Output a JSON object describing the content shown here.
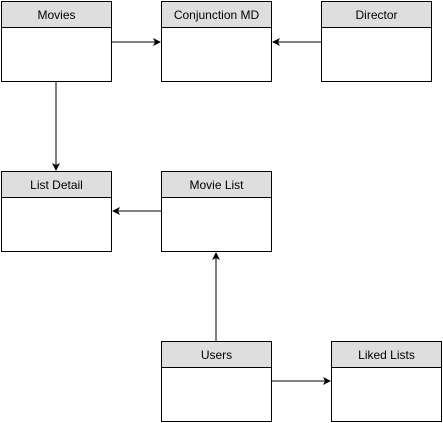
{
  "entities": {
    "movies": {
      "label": "Movies"
    },
    "conjunction_md": {
      "label": "Conjunction MD"
    },
    "director": {
      "label": "Director"
    },
    "list_detail": {
      "label": "List Detail"
    },
    "movie_list": {
      "label": "Movie List"
    },
    "users": {
      "label": "Users"
    },
    "liked_lists": {
      "label": "Liked Lists"
    }
  },
  "connections": [
    {
      "from": "movies",
      "to": "conjunction_md"
    },
    {
      "from": "director",
      "to": "conjunction_md"
    },
    {
      "from": "movies",
      "to": "list_detail"
    },
    {
      "from": "movie_list",
      "to": "list_detail"
    },
    {
      "from": "users",
      "to": "movie_list"
    },
    {
      "from": "users",
      "to": "liked_lists"
    }
  ],
  "colors": {
    "header_fill": "#dedede",
    "body_fill": "#ffffff",
    "stroke": "#000000"
  }
}
